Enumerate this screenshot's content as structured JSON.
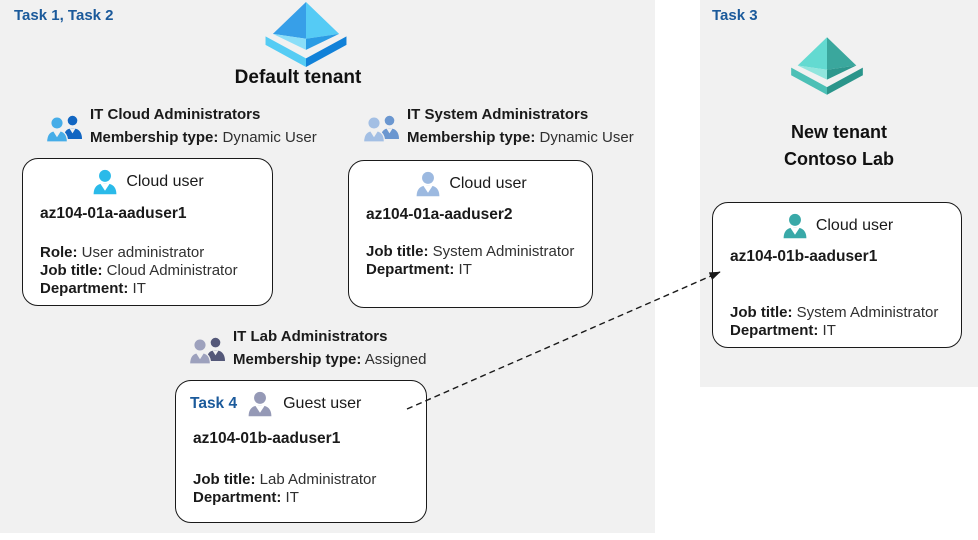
{
  "left_panel": {
    "task_label": "Task 1, Task 2",
    "tenant_title": "Default tenant"
  },
  "right_panel": {
    "task_label": "Task 3",
    "tenant_title_line1": "New tenant",
    "tenant_title_line2": "Contoso Lab"
  },
  "groups": [
    {
      "title": "IT Cloud Administrators",
      "membership_label": "Membership type:",
      "membership_value": "Dynamic User"
    },
    {
      "title": "IT System Administrators",
      "membership_label": "Membership type:",
      "membership_value": "Dynamic User"
    },
    {
      "title": "IT Lab Administrators",
      "membership_label": "Membership type:",
      "membership_value": "Assigned"
    }
  ],
  "cards": [
    {
      "user_type": "Cloud user",
      "name": "az104-01a-aaduser1",
      "attrs": [
        {
          "label": "Role:",
          "value": "User administrator"
        },
        {
          "label": "Job title:",
          "value": "Cloud Administrator"
        },
        {
          "label": "Department:",
          "value": "IT"
        }
      ]
    },
    {
      "user_type": "Cloud user",
      "name": "az104-01a-aaduser2",
      "attrs": [
        {
          "label": "Job title:",
          "value": "System Administrator"
        },
        {
          "label": "Department:",
          "value": "IT"
        }
      ]
    },
    {
      "task_label": "Task 4",
      "user_type": "Guest user",
      "name": "az104-01b-aaduser1",
      "attrs": [
        {
          "label": "Job title:",
          "value": "Lab Administrator"
        },
        {
          "label": "Department:",
          "value": "IT"
        }
      ]
    },
    {
      "user_type": "Cloud user",
      "name": "az104-01b-aaduser1",
      "attrs": [
        {
          "label": "Job title:",
          "value": "System Administrator"
        },
        {
          "label": "Department:",
          "value": "IT"
        }
      ]
    }
  ],
  "icons": {
    "tenant_left": "azure-ad-diamond-blue",
    "tenant_right": "azure-ad-diamond-teal",
    "group": "two-users-icon",
    "user": "single-user-icon",
    "arrow": "dashed-arrow-right"
  },
  "colors": {
    "panel_bg": "#f1f1f1",
    "card_bg": "#ffffff",
    "card_border": "#1a1a1a",
    "text": "#1a1a1a",
    "value_text": "#303030",
    "task_blue": "#1b5a9b",
    "arrow": "#1a1a1a",
    "aad_blue": {
      "tl": "#379fe8",
      "tr": "#55cbf5",
      "bl": "#8adef8",
      "br": "#2b9ce4",
      "base_l": "#55ccf4",
      "base_r": "#1181d8"
    },
    "aad_teal": {
      "tl": "#63dad1",
      "tr": "#3aa79d",
      "bl": "#90e5dd",
      "br": "#2d978d",
      "base_l": "#4cc0b6",
      "base_r": "#2a958b"
    },
    "group_icons": {
      "cloud": {
        "front": "#46ade8",
        "back": "#1266c2"
      },
      "system": {
        "front": "#a3bfe4",
        "back": "#6b97d0"
      },
      "lab": {
        "front": "#9da1bd",
        "back": "#545879"
      }
    },
    "user_icons": {
      "cloud1": "#2abae9",
      "cloud2": "#9cb9e0",
      "guest": "#9599b6",
      "teal": "#39a9a8"
    }
  }
}
